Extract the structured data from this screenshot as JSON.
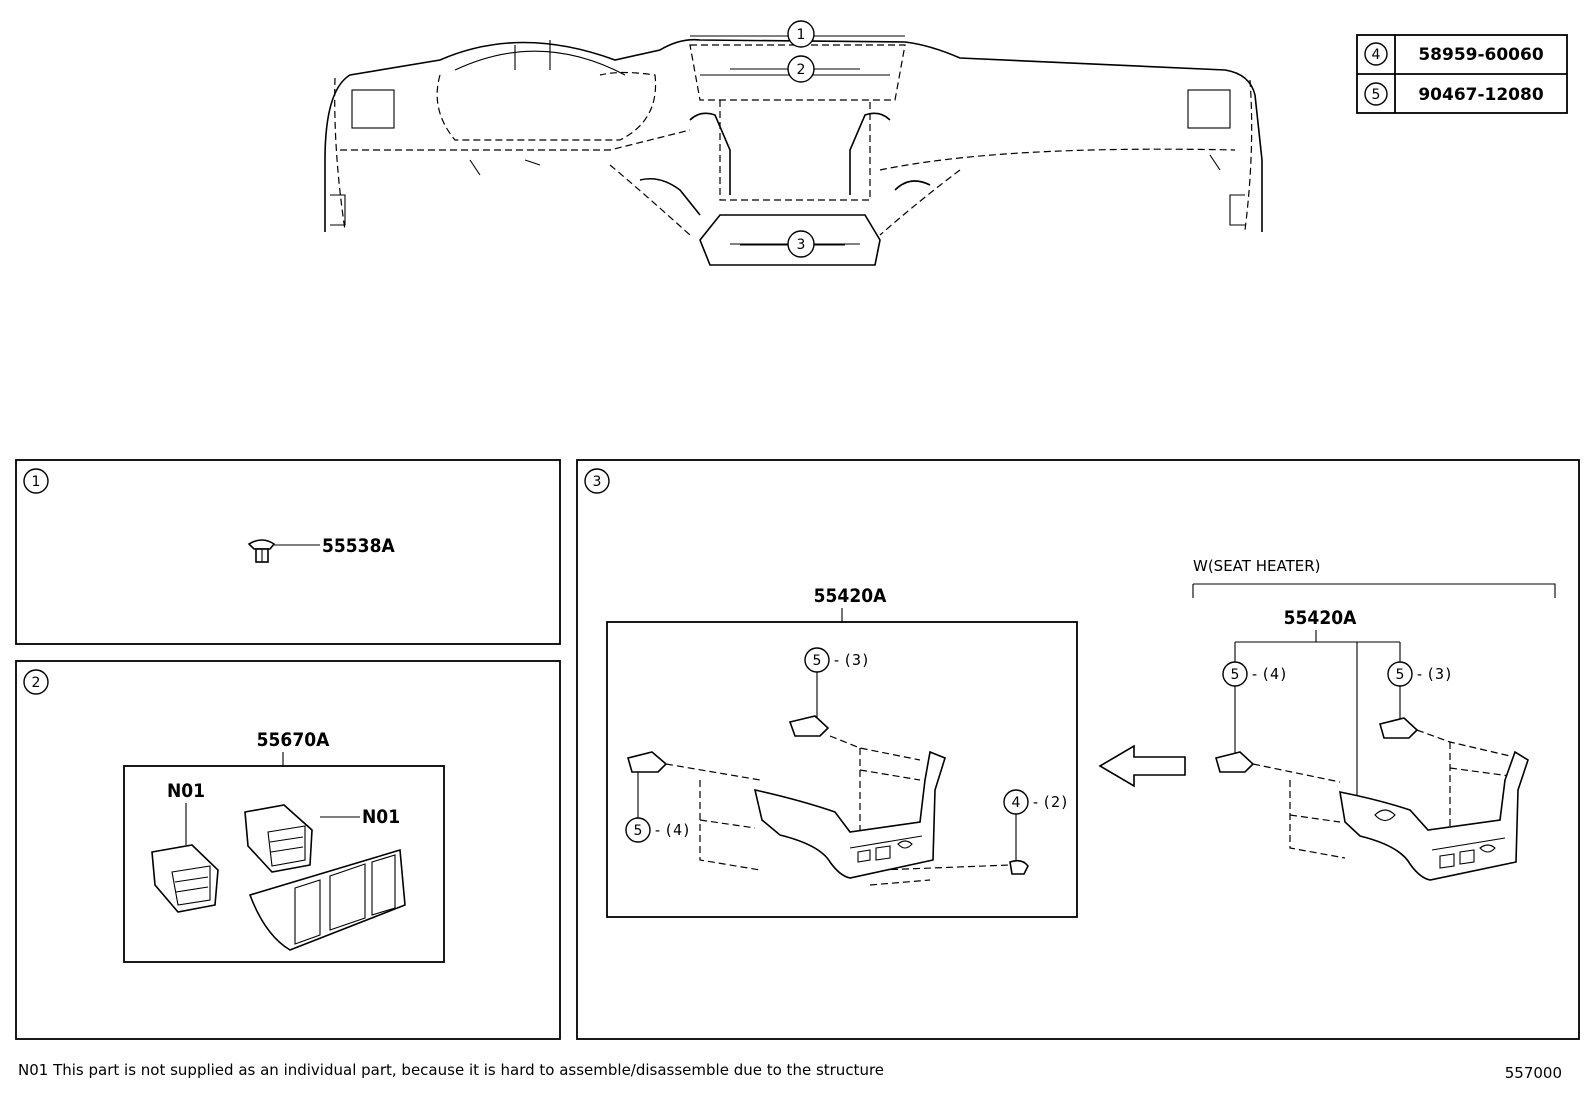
{
  "callouts": {
    "c1": "1",
    "c2": "2",
    "c3": "3",
    "c4": "4",
    "c5": "5"
  },
  "legend": [
    {
      "num": "4",
      "part": "58959-60060"
    },
    {
      "num": "5",
      "part": "90467-12080"
    }
  ],
  "box1": {
    "num": "1",
    "label": "55538A"
  },
  "box2": {
    "num": "2",
    "label": "55670A",
    "note_a": "N01",
    "note_b": "N01"
  },
  "box3": {
    "num": "3",
    "left_label": "55420A",
    "left_q5a": "(3)",
    "left_q5b": "(4)",
    "left_q4": "(2)",
    "variant": "W(SEAT HEATER)",
    "right_label": "55420A",
    "right_q5a": "(4)",
    "right_q5b": "(3)"
  },
  "footnote": "N01 This part is not supplied as an individual part, because it is hard to assemble/disassemble due to the structure",
  "figure_code": "557000"
}
